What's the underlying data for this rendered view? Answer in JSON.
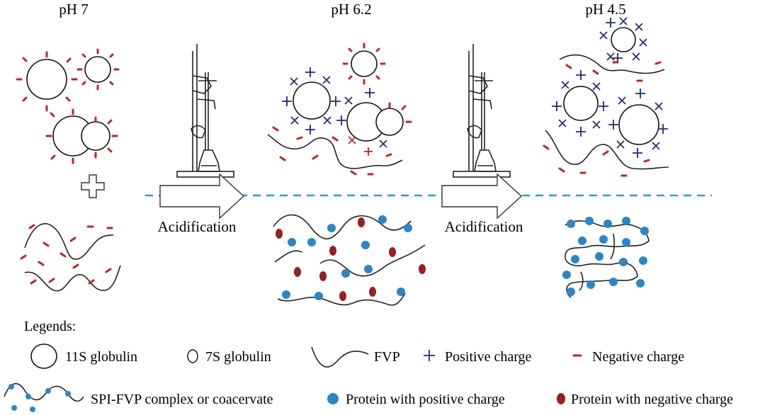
{
  "stages": [
    {
      "label": "pH 7"
    },
    {
      "label": "pH 6.2"
    },
    {
      "label": "pH 4.5"
    }
  ],
  "steps": [
    {
      "label": "Acidification"
    },
    {
      "label": "Acidification"
    }
  ],
  "legend": {
    "title": "Legends:",
    "items": [
      {
        "label": "11S globulin"
      },
      {
        "label": "7S globulin"
      },
      {
        "label": "FVP"
      },
      {
        "label": "Positive charge"
      },
      {
        "label": "Negative charge"
      },
      {
        "label": "SPI-FVP complex or coacervate"
      },
      {
        "label": "Protein with positive charge"
      },
      {
        "label": "Protein with negative charge"
      }
    ]
  },
  "colors": {
    "negative_charge": "#cc1f1f",
    "positive_charge": "#1e2a78",
    "protein_positive": "#2a86c8",
    "protein_negative": "#9b1e1e",
    "divider": "#2f9bd6"
  }
}
